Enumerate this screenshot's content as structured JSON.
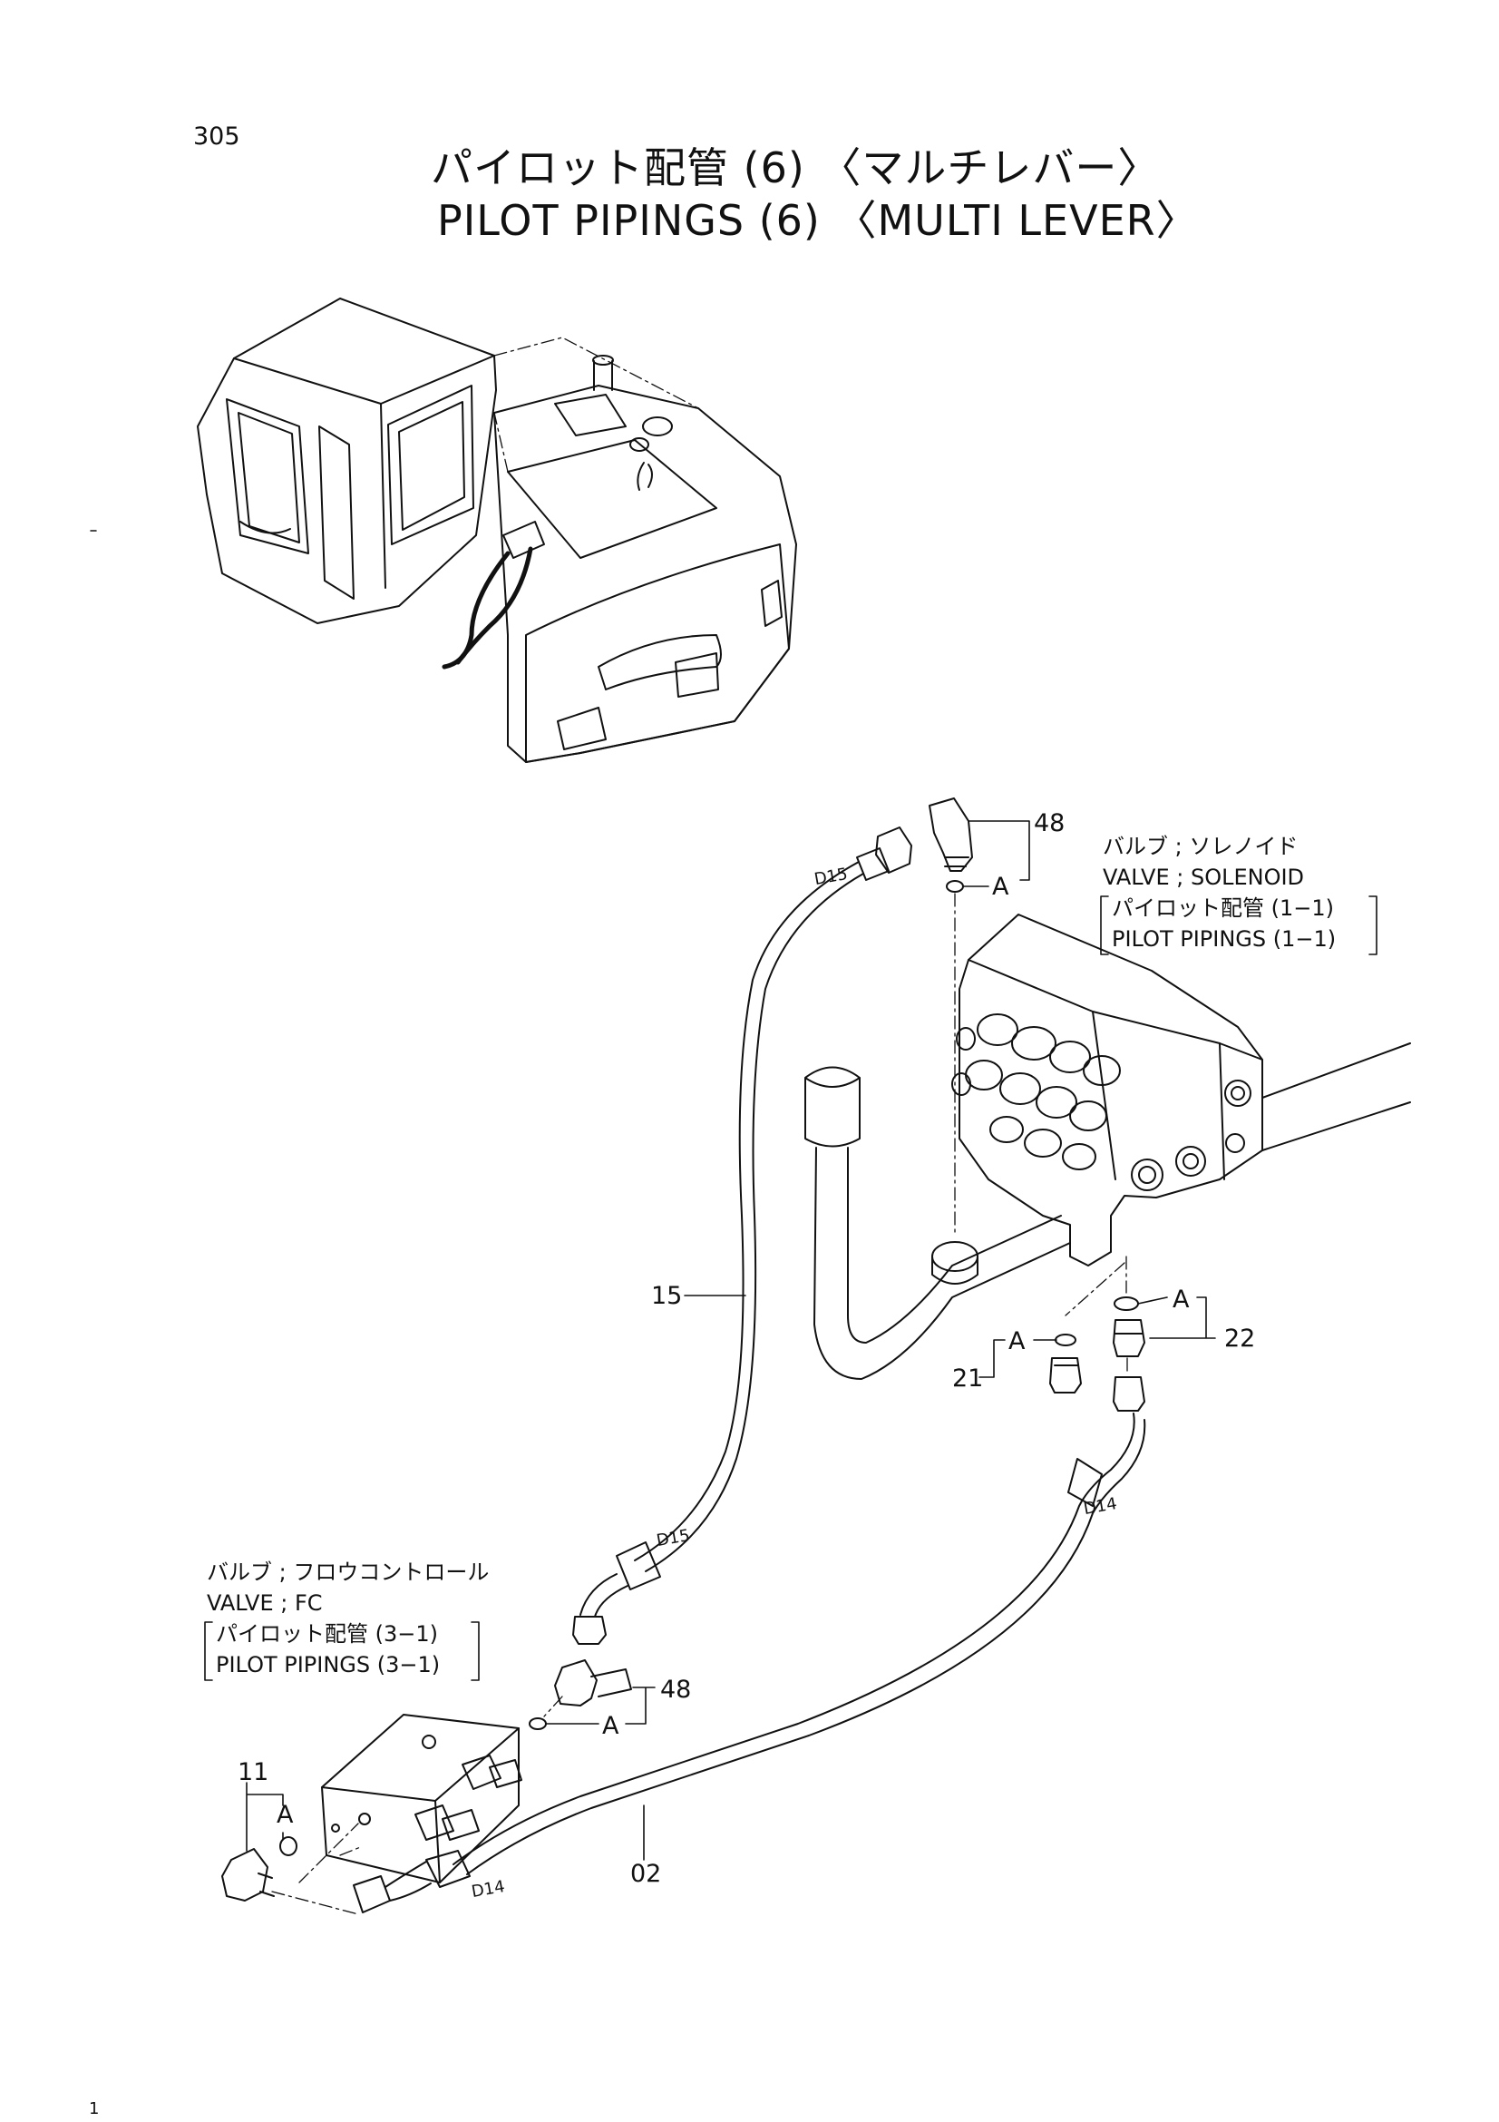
{
  "page_number": "305",
  "title": {
    "japanese": "パイロット配管 (6) 〈マルチレバー〉",
    "english": "PILOT PIPINGS (6) 〈MULTI LEVER〉"
  },
  "callouts": {
    "solenoid_valve": {
      "line1": "バルブ ; ソレノイド",
      "line2": "VALVE ; SOLENOID",
      "line3": "パイロット配管 (1−1)",
      "line4": "PILOT PIPINGS (1−1)"
    },
    "fc_valve": {
      "line1": "バルブ ; フロウコントロール",
      "line2": "VALVE ; FC",
      "line3": "パイロット配管 (3−1)",
      "line4": "PILOT PIPINGS (3−1)"
    }
  },
  "parts": {
    "p48_top": "48",
    "p48_bottom": "48",
    "p15": "15",
    "p21": "21",
    "p22": "22",
    "p11": "11",
    "p02": "02"
  },
  "hose_marks": {
    "d15_top": "D15",
    "d15_bottom": "D15",
    "d14_right": "D14",
    "d14_bottom": "D14"
  },
  "ref_letters": {
    "a_top": "A",
    "a_21": "A",
    "a_22": "A",
    "a_48_bottom": "A",
    "a_11": "A"
  },
  "corner_mark": "1"
}
